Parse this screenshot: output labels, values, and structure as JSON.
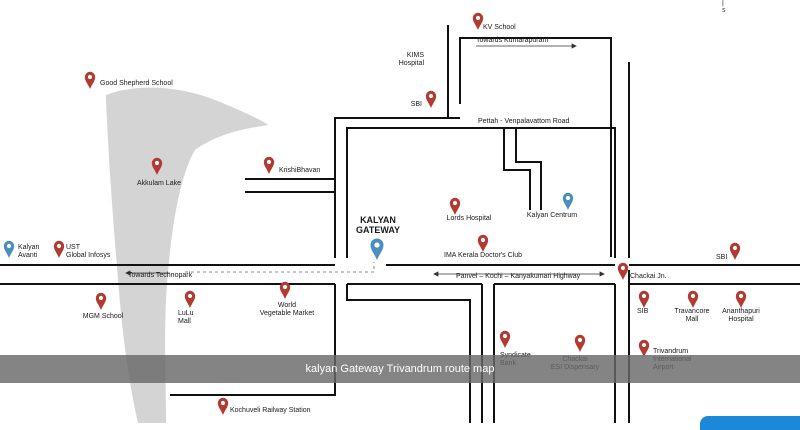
{
  "caption": "kalyan Gateway Trivandrum route map",
  "colors": {
    "pin_red": "#b33a30",
    "pin_blue": "#4a8fc0",
    "road": "#111111",
    "lake": "#d4d4d4"
  },
  "icons": {
    "pin": "map-pin-icon",
    "arrow": "arrow-icon"
  },
  "corner_mark": "|\ns",
  "roads": [
    {
      "name": "Towards Kumarapuram"
    },
    {
      "name": "Pettah - Venpalavattom Road"
    },
    {
      "name": "Panvel – Kochi – Kanyakumari Highway"
    },
    {
      "name": "Towards Technopark"
    }
  ],
  "highlight": {
    "line1": "KALYAN",
    "line2": "GATEWAY"
  },
  "places": [
    {
      "id": "kv-school",
      "label": [
        "KV School"
      ],
      "color": "red"
    },
    {
      "id": "kims-hospital",
      "label": [
        "KIMS",
        "Hospital"
      ],
      "color": "none"
    },
    {
      "id": "sbi-top",
      "label": [
        "SBI"
      ],
      "color": "red"
    },
    {
      "id": "good-shepherd",
      "label": [
        "Good Shepherd School"
      ],
      "color": "red"
    },
    {
      "id": "akkulam-lake",
      "label": [
        "Akkulam Lake"
      ],
      "color": "red"
    },
    {
      "id": "krishibhavan",
      "label": [
        "KrishiBhavan"
      ],
      "color": "red"
    },
    {
      "id": "lords-hospital",
      "label": [
        "Lords Hospital"
      ],
      "color": "red"
    },
    {
      "id": "kalyan-centrum",
      "label": [
        "Kalyan Centrum"
      ],
      "color": "blue"
    },
    {
      "id": "kalyan-gateway",
      "label": [],
      "color": "blue"
    },
    {
      "id": "ima-club",
      "label": [
        "IMA Kerala Doctor's Club"
      ],
      "color": "red"
    },
    {
      "id": "kalyan-avanti",
      "label": [
        "Kalyan",
        "Avanti"
      ],
      "color": "blue"
    },
    {
      "id": "ust",
      "label": [
        "UST",
        "Global Infosys"
      ],
      "color": "red"
    },
    {
      "id": "sbi-right",
      "label": [
        "SBI"
      ],
      "color": "red"
    },
    {
      "id": "chakai-jn",
      "label": [
        "Chackai Jn."
      ],
      "color": "red"
    },
    {
      "id": "mgm-school",
      "label": [
        "MGM School"
      ],
      "color": "red"
    },
    {
      "id": "lulu-mall",
      "label": [
        "LuLu",
        "Mall"
      ],
      "color": "red"
    },
    {
      "id": "world-market",
      "label": [
        "World",
        "Vegetable Market"
      ],
      "color": "red"
    },
    {
      "id": "sib",
      "label": [
        "SIB"
      ],
      "color": "red"
    },
    {
      "id": "travancore-mall",
      "label": [
        "Travancore",
        "Mall"
      ],
      "color": "red"
    },
    {
      "id": "ananthapuri",
      "label": [
        "Ananthapuri",
        "Hospital"
      ],
      "color": "red"
    },
    {
      "id": "syndicate-bank",
      "label": [
        "Syndicate",
        "Bank"
      ],
      "color": "red"
    },
    {
      "id": "chackai-esi",
      "label": [
        "Chackai",
        "ESI Dispensary"
      ],
      "color": "red"
    },
    {
      "id": "airport",
      "label": [
        "Trivandrum",
        "International",
        "Airport"
      ],
      "color": "red"
    },
    {
      "id": "kochuveli",
      "label": [
        "Kochuveli Railway Station"
      ],
      "color": "red"
    }
  ]
}
